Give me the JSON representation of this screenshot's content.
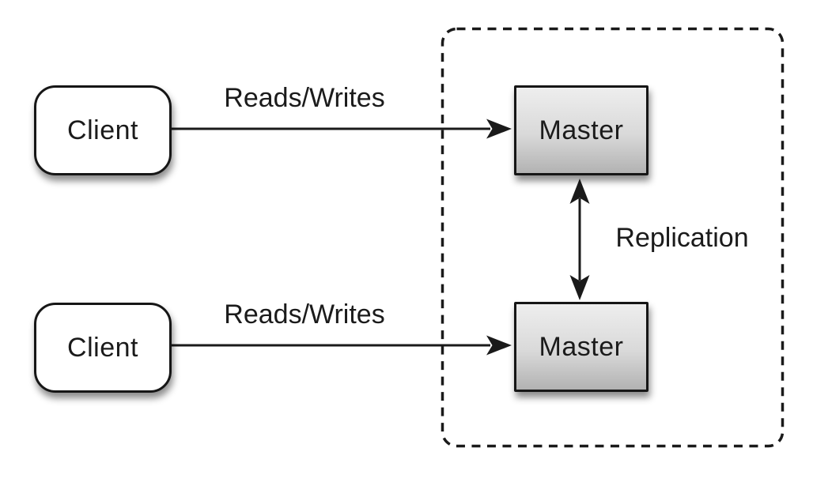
{
  "nodes": {
    "client_top": {
      "label": "Client"
    },
    "client_bottom": {
      "label": "Client"
    },
    "master_top": {
      "label": "Master"
    },
    "master_bottom": {
      "label": "Master"
    }
  },
  "labels": {
    "reads_writes_top": "Reads/Writes",
    "reads_writes_bottom": "Reads/Writes",
    "replication": "Replication"
  },
  "colors": {
    "background": "#ffffff",
    "stroke": "#161616",
    "text": "#1b1b1b",
    "client_fill": "#ffffff",
    "master_fill_top": "#eeeeee",
    "master_fill_bottom": "#b2b2b2",
    "boundary_stroke": "#1a1a1a"
  }
}
